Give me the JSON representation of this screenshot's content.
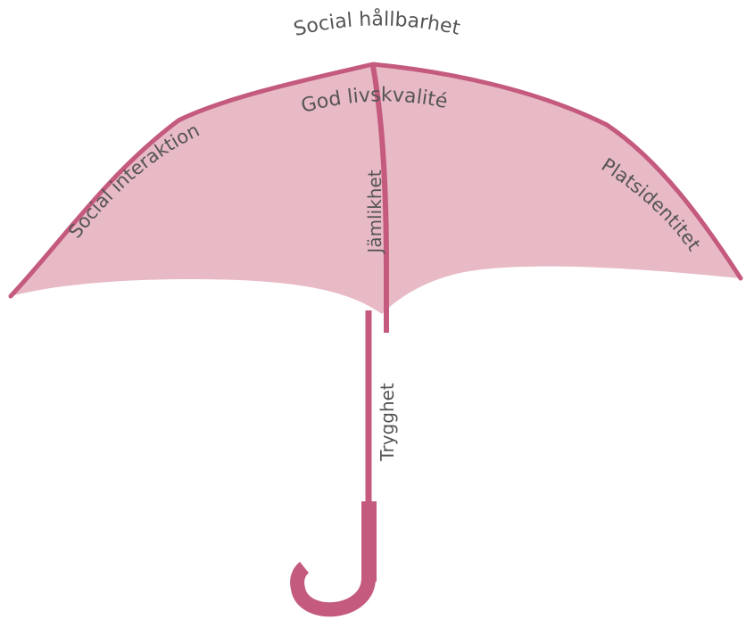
{
  "colors": {
    "canopy_fill": "#e8bac6",
    "umbrella_stroke": "#c45a7e",
    "label_text": "#555555",
    "background": "#ffffff"
  },
  "diagram": {
    "title": "Social hållbarhet",
    "labels": {
      "left_panel": "Social interaktion",
      "top_center": "God livskvalité",
      "center_rib": "Jämlikhet",
      "right_panel": "Platsidentitet",
      "handle": "Trygghet"
    }
  }
}
